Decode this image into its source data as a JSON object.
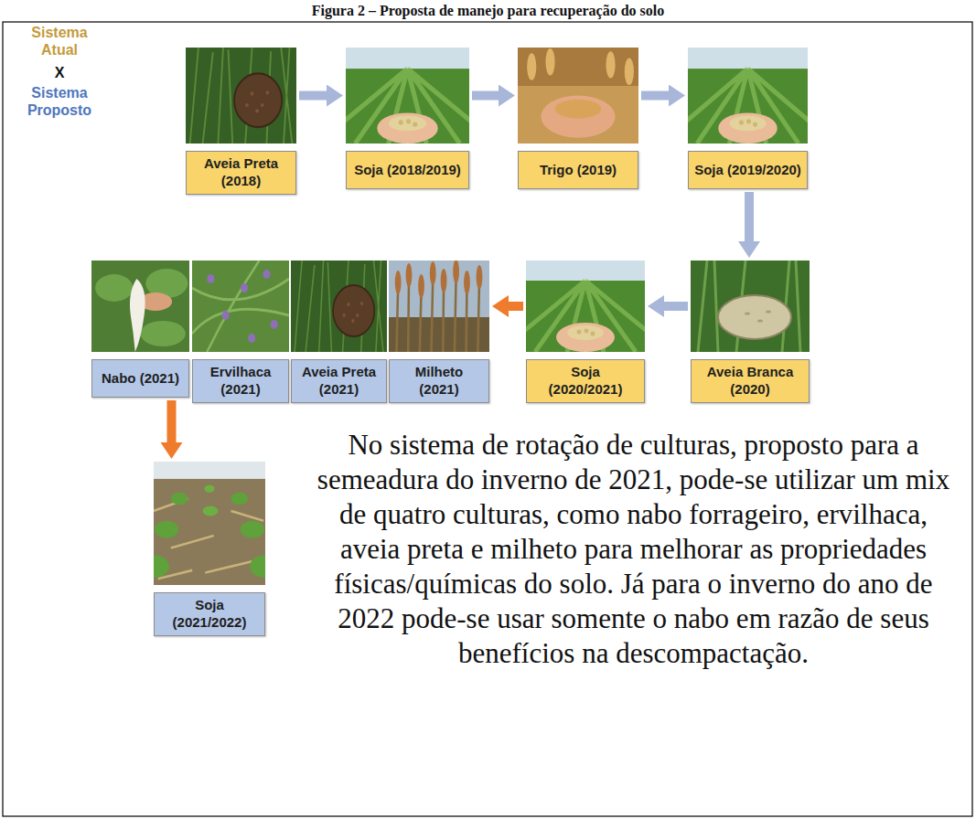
{
  "diagram": {
    "title": "Figura 2 – Proposta de manejo para recuperação do solo",
    "nodes": [
      {
        "text": [
          "Aveia Preta (2018)"
        ]
      },
      {
        "text": [
          "Soja (2018/2019)"
        ]
      },
      {
        "text": [
          "Trigo (2019)"
        ]
      },
      {
        "text": [
          "Soja (2019/2020)"
        ]
      },
      {
        "text": [
          "Aveia Branca (2020)"
        ]
      },
      {
        "text": [
          "Soja (2020/2021)"
        ]
      },
      {
        "text": [
          "Milheto (2021)"
        ]
      },
      {
        "text": [
          "Aveia Preta (2021)"
        ]
      },
      {
        "text": [
          "Ervilhaca (2021)"
        ]
      },
      {
        "text": [
          "Nabo (2021)"
        ]
      },
      {
        "text": [
          "Soja (2021/2022)"
        ]
      }
    ],
    "edges": [
      {
        "from": 0,
        "to": 1,
        "arrow": "to"
      },
      {
        "from": 1,
        "to": 2,
        "arrow": "to"
      },
      {
        "from": 2,
        "to": 3,
        "arrow": "to"
      },
      {
        "from": 3,
        "to": 4,
        "arrow": "to"
      },
      {
        "from": 4,
        "to": 5,
        "arrow": "to"
      },
      {
        "from": 5,
        "to": 6,
        "arrow": "to"
      },
      {
        "from": 9,
        "to": 10,
        "arrow": "to"
      }
    ],
    "labels": [
      "Sistema Atual",
      "X",
      "Sistema Proposto",
      "No sistema de rotação de culturas, proposto para a semeadura do inverno de 2021, pode-se utilizar um mix de quatro culturas, como nabo forrageiro, ervilhaca, aveia preta e milheto para melhorar as propriedades físicas/químicas do solo. Já para o inverno do ano de 2022 pode-se usar somente o nabo em razão de seus benefícios na descompactação."
    ]
  }
}
